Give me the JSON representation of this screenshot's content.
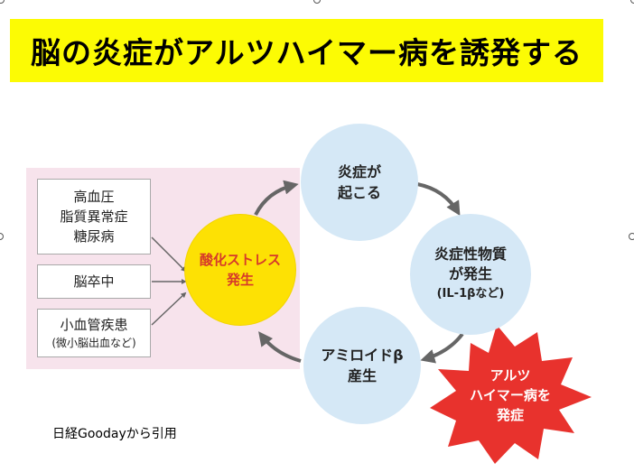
{
  "title": "脳の炎症がアルツハイマー病を誘発する",
  "risk_factors": [
    {
      "lines": [
        "高血圧",
        "脂質異常症",
        "糖尿病"
      ]
    },
    {
      "lines": [
        "脳卒中"
      ]
    },
    {
      "lines": [
        "小血管疾患"
      ],
      "note": "(微小脳出血など)"
    }
  ],
  "center_node": {
    "lines": [
      "酸化ストレス",
      "発生"
    ]
  },
  "cycle_nodes": [
    {
      "lines": [
        "炎症が",
        "起こる"
      ]
    },
    {
      "lines": [
        "炎症性物質",
        "が発生"
      ],
      "note": "(IL-1βなど)"
    },
    {
      "lines": [
        "アミロイドβ",
        "産生"
      ]
    }
  ],
  "burst": {
    "lines": [
      "アルツ",
      "ハイマー病を",
      "発症"
    ]
  },
  "credit": "日経Goodayから引用",
  "colors": {
    "title_bg": "#fcfb04",
    "panel_bg": "#f7e3ec",
    "circle_blue": "#d5e8f6",
    "circle_yellow": "#fde104",
    "yellow_text": "#d63a2a",
    "burst_red": "#e8322d",
    "arrow_gray": "#666666"
  }
}
